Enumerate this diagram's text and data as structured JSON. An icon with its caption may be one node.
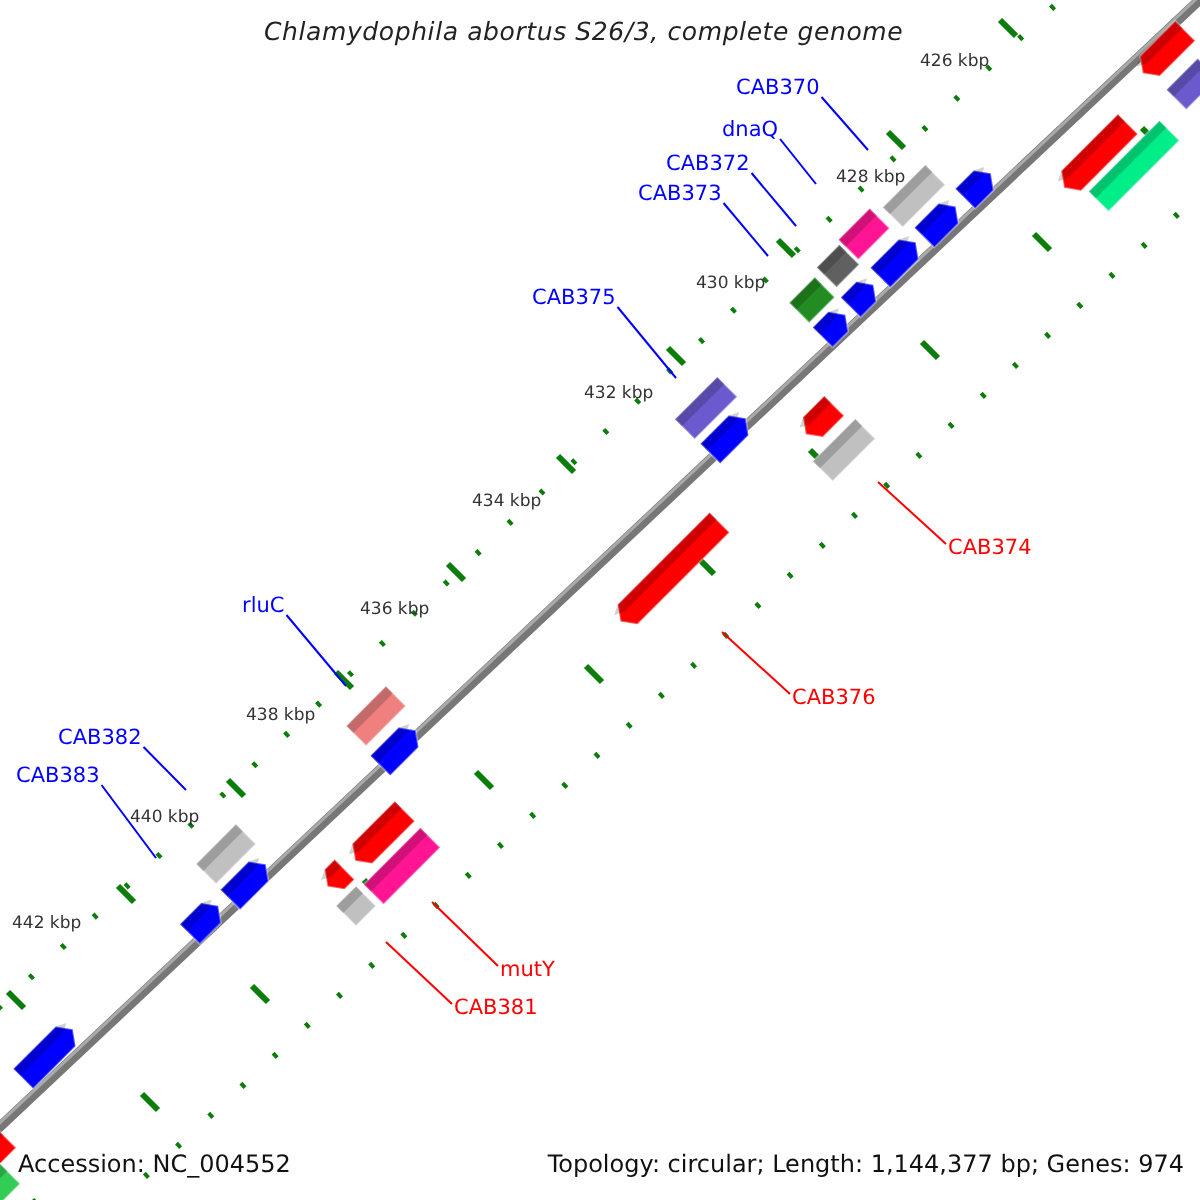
{
  "diagram": {
    "title": "Chlamydophila abortus S26/3, complete genome",
    "nodes": [
      {
        "text": [
          "CAB370"
        ]
      },
      {
        "text": [
          "dnaQ"
        ]
      },
      {
        "text": [
          "CAB372"
        ]
      },
      {
        "text": [
          "CAB373"
        ]
      },
      {
        "text": [
          "CAB375"
        ]
      },
      {
        "text": [
          "CAB374"
        ]
      },
      {
        "text": [
          "rluC"
        ]
      },
      {
        "text": [
          "CAB376"
        ]
      },
      {
        "text": [
          "CAB382"
        ]
      },
      {
        "text": [
          "CAB383"
        ]
      },
      {
        "text": [
          "mutY"
        ]
      },
      {
        "text": [
          "CAB381"
        ]
      }
    ],
    "edges": [
      {
        "from": 0,
        "to": null,
        "arrow": "none"
      },
      {
        "from": 1,
        "to": null,
        "arrow": "none"
      },
      {
        "from": 2,
        "to": null,
        "arrow": "none"
      },
      {
        "from": 3,
        "to": null,
        "arrow": "none"
      },
      {
        "from": 4,
        "to": null,
        "arrow": "none"
      },
      {
        "from": 5,
        "to": null,
        "arrow": "none",
        "color": "#ff0000"
      },
      {
        "from": 6,
        "to": null,
        "arrow": "none"
      },
      {
        "from": 7,
        "to": null,
        "arrow": "none",
        "color": "#ff0000"
      },
      {
        "from": 8,
        "to": null,
        "arrow": "none"
      },
      {
        "from": 9,
        "to": null,
        "arrow": "none"
      },
      {
        "from": 10,
        "to": null,
        "arrow": "none",
        "color": "#ff0000"
      },
      {
        "from": 11,
        "to": null,
        "arrow": "none",
        "color": "#ff0000"
      }
    ],
    "labels": [
      "426 kbp",
      "428 kbp",
      "430 kbp",
      "432 kbp",
      "434 kbp",
      "436 kbp",
      "438 kbp",
      "440 kbp",
      "442 kbp",
      "Accession: NC_004552",
      "Topology: circular; Length: 1,144,377 bp; Genes: 974"
    ]
  }
}
